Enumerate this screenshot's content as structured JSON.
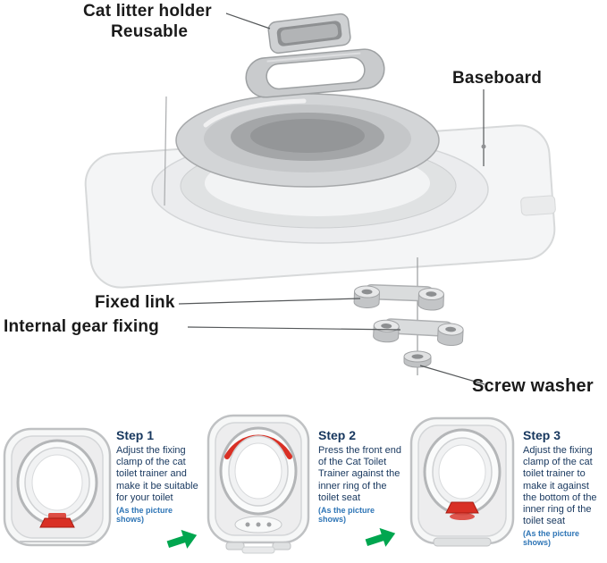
{
  "diagram": {
    "labels": {
      "cat_litter_holder": "Cat litter holder",
      "reusable": "Reusable",
      "baseboard": "Baseboard",
      "fixed_link": "Fixed link",
      "internal_gear_fixing": "Internal gear fixing",
      "screw_washer": "Screw washer"
    }
  },
  "steps": [
    {
      "title": "Step 1",
      "text": "Adjust the fixing clamp of the cat toilet trainer and make it be suitable for your toilet",
      "note": "(As the picture shows)"
    },
    {
      "title": "Step 2",
      "text": "Press the front end of the Cat Toilet Trainer against the inner ring of the toilet seat",
      "note": "(As the picture shows)"
    },
    {
      "title": "Step 3",
      "text": "Adjust the fixing clamp of the cat toilet trainer to make it against the bottom of the inner ring of the toilet seat",
      "note": "(As the picture shows)"
    }
  ],
  "icons": {
    "step_arrow": "➜"
  },
  "colors": {
    "label_color": "#1a1a1a",
    "step_title_color": "#17375e",
    "step_text_color": "#17375e",
    "note_color": "#2e75b6",
    "arrow_color": "#00a64f",
    "accent_red": "#d93025"
  }
}
